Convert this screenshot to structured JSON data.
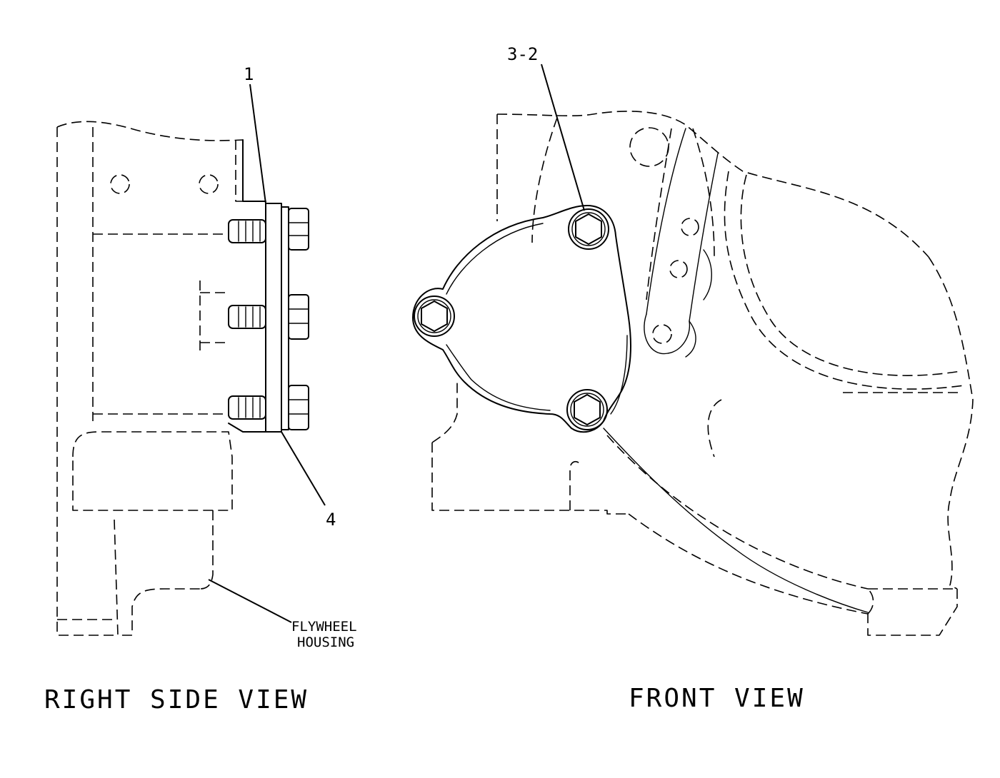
{
  "callouts": {
    "item_1": "1",
    "item_3_2": "3-2",
    "item_4": "4"
  },
  "notes": {
    "flywheel_line1": "FLYWHEEL",
    "flywheel_line2": "HOUSING"
  },
  "views": {
    "right_side": "RIGHT  SIDE  VIEW",
    "front": "FRONT  VIEW"
  }
}
